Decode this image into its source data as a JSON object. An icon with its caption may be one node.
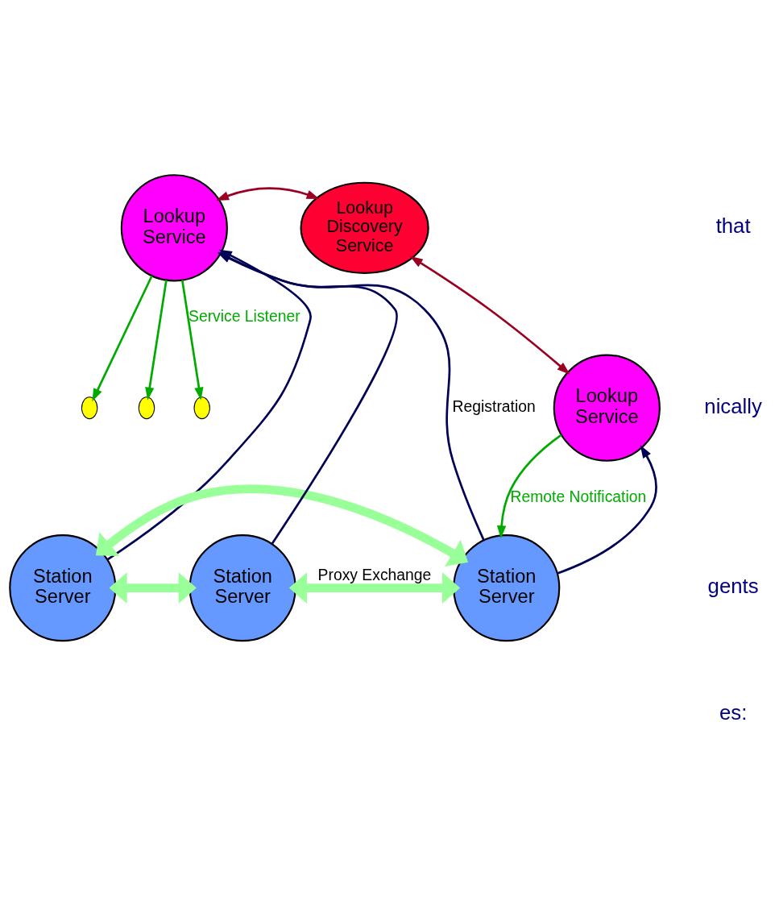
{
  "diagram": {
    "nodes": [
      {
        "text": [
          "Lookup Discovery Service"
        ]
      },
      {
        "text": [
          "Lookup Service"
        ]
      },
      {
        "text": [
          "Lookup Service"
        ]
      },
      {
        "text": [
          "Station Server"
        ]
      },
      {
        "text": [],
        "shape": "circle"
      },
      {
        "text": [
          "Station Server"
        ]
      },
      {
        "text": [],
        "shape": "circle"
      },
      {
        "text": [
          "Station Server"
        ]
      },
      {
        "text": [],
        "shape": "circle"
      }
    ],
    "edges": [
      {
        "from": 0,
        "to": 1,
        "arrow": "both",
        "color": "#990022"
      },
      {
        "from": 0,
        "to": 2,
        "arrow": "both",
        "color": "#990022"
      },
      {
        "from": 1,
        "to": 4,
        "arrow": "to",
        "color": "#00aa00"
      },
      {
        "from": 3,
        "to": 1,
        "arrow": "to",
        "color": "#000055"
      },
      {
        "from": 1,
        "to": 6,
        "arrow": "to",
        "color": "#00aa00"
      },
      {
        "from": 5,
        "to": 1,
        "arrow": "to",
        "color": "#000055"
      },
      {
        "from": 1,
        "to": 8,
        "arrow": "to",
        "label": "Service Listener",
        "color": "#00aa00"
      },
      {
        "from": 2,
        "to": 7,
        "arrow": "to",
        "label": "Remote Notification",
        "color": "#00aa00"
      },
      {
        "from": 7,
        "to": 2,
        "arrow": "to",
        "color": "#000055"
      },
      {
        "from": 7,
        "to": 1,
        "arrow": "to",
        "label": "Registration",
        "color": "#000055"
      },
      {
        "from": 3,
        "to": 7,
        "arrow": "both",
        "style": "thick",
        "color": "#99ff99"
      },
      {
        "from": 3,
        "to": 5,
        "arrow": "both",
        "style": "thick",
        "color": "#99ff99"
      },
      {
        "from": 5,
        "to": 7,
        "arrow": "both",
        "label": "Proxy Exchange",
        "style": "thick",
        "color": "#99ff99"
      }
    ],
    "labels": [
      "that",
      "nically",
      "gents",
      "es:"
    ]
  }
}
